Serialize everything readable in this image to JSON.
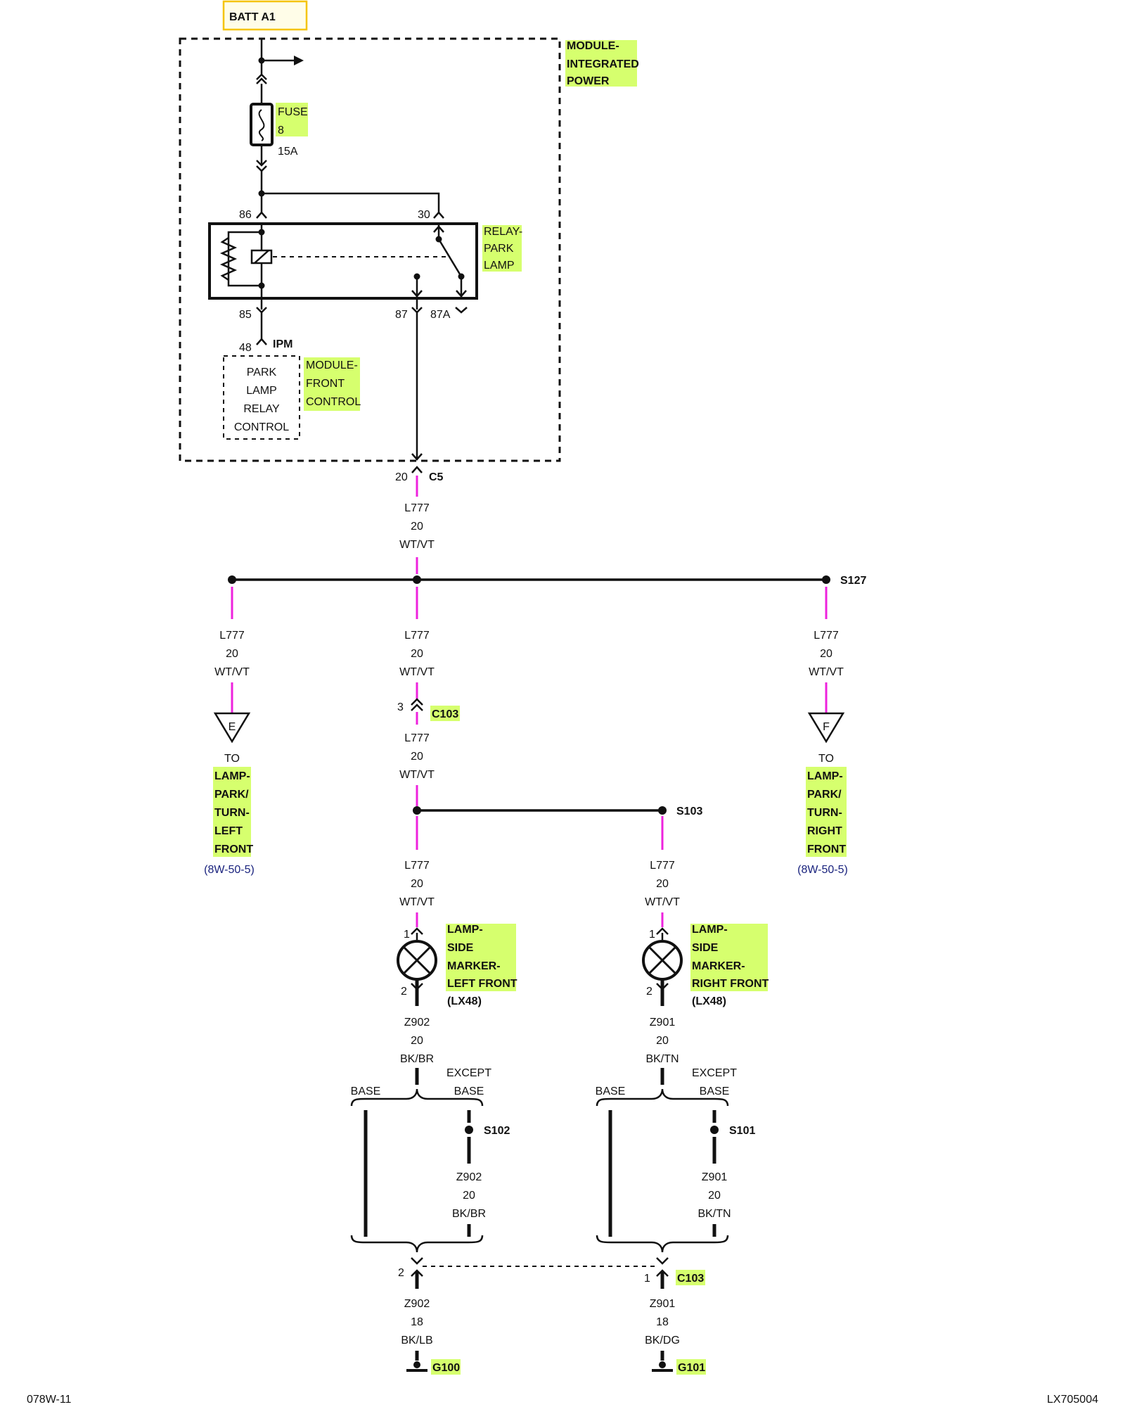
{
  "diagram": {
    "power_source": "BATT A1",
    "module_integrated_power": [
      "MODULE-",
      "INTEGRATED",
      "POWER"
    ],
    "fuse": {
      "label": [
        "FUSE",
        "8"
      ],
      "rating": "15A"
    },
    "relay": {
      "name": [
        "RELAY-",
        "PARK",
        "LAMP"
      ],
      "pin_86": "86",
      "pin_30": "30",
      "pin_85": "85",
      "pin_87": "87",
      "pin_87a": "87A"
    },
    "ipm": {
      "pin": "48",
      "label": "IPM"
    },
    "front_control_module": {
      "name": [
        "MODULE-",
        "FRONT",
        "CONTROL"
      ],
      "function": [
        "PARK",
        "LAMP",
        "RELAY",
        "CONTROL"
      ]
    },
    "connector_c5": {
      "pin": "20",
      "name": "C5"
    },
    "wire_l777": {
      "circuit": "L777",
      "gauge": "20",
      "color": "WT/VT"
    },
    "splice_s127": "S127",
    "left_offpage": {
      "letter": "E",
      "to": "TO",
      "dest": [
        "LAMP-",
        "PARK/",
        "TURN-",
        "LEFT",
        "FRONT"
      ],
      "ref": "(8W-50-5)"
    },
    "right_offpage": {
      "letter": "F",
      "to": "TO",
      "dest": [
        "LAMP-",
        "PARK/",
        "TURN-",
        "RIGHT",
        "FRONT"
      ],
      "ref": "(8W-50-5)"
    },
    "connector_c103_top": {
      "pin": "3",
      "name": "C103"
    },
    "splice_s103": "S103",
    "lamp_left": {
      "name": [
        "LAMP-",
        "SIDE",
        "MARKER-",
        "LEFT FRONT"
      ],
      "option": "(LX48)",
      "pin1": "1",
      "pin2": "2"
    },
    "lamp_right": {
      "name": [
        "LAMP-",
        "SIDE",
        "MARKER-",
        "RIGHT FRONT"
      ],
      "option": "(LX48)",
      "pin1": "1",
      "pin2": "2"
    },
    "wire_z902": {
      "circuit": "Z902",
      "gauge": "20",
      "color": "BK/BR"
    },
    "wire_z901": {
      "circuit": "Z901",
      "gauge": "20",
      "color": "BK/TN"
    },
    "variant_base": "BASE",
    "variant_except": [
      "EXCEPT",
      "BASE"
    ],
    "splice_s102": "S102",
    "splice_s101": "S101",
    "connector_c103_bottom": {
      "pin_left": "2",
      "pin_right": "1",
      "name": "C103"
    },
    "wire_z902_ground": {
      "circuit": "Z902",
      "gauge": "18",
      "color": "BK/LB"
    },
    "wire_z901_ground": {
      "circuit": "Z901",
      "gauge": "18",
      "color": "BK/DG"
    },
    "ground_g100": "G100",
    "ground_g101": "G101",
    "page_id": "078W-11",
    "figure_id": "LX705004"
  },
  "colors": {
    "highlight": "#d6ff6e",
    "wire_trace": "#ee22dd",
    "batt_box_border": "#f5c400",
    "reference_text": "#1a237e"
  }
}
